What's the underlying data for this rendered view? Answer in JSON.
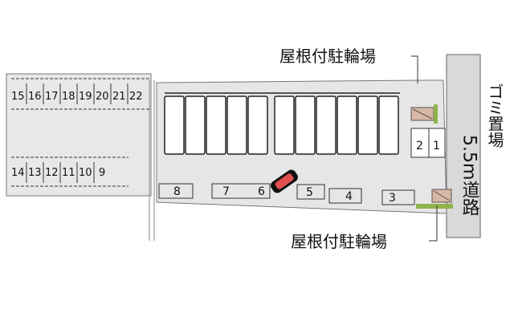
{
  "map": {
    "left_lot_top_numbers": [
      "15",
      "16",
      "17",
      "18",
      "19",
      "20",
      "21",
      "22"
    ],
    "left_lot_bottom_numbers": [
      "14",
      "13",
      "12",
      "11",
      "10",
      "9"
    ],
    "main_lot_spaces": {
      "s8": "8",
      "s7": "7",
      "s6": "6",
      "s5": "5",
      "s4": "4",
      "s3": "3",
      "s2": "2",
      "s1": "1"
    },
    "labels": {
      "bike_shelter_top": "屋根付駐輪場",
      "bike_shelter_bottom": "屋根付駐輪場",
      "garbage_area": "ゴミ置場",
      "road_width": "5.5m",
      "road_name": "道路"
    },
    "colors": {
      "road": "#d9d9d9",
      "lot": "#e6e6e6",
      "building_outline": "#222222",
      "bike_shelter": "#d8b7a6",
      "hedge": "#8fb44a",
      "car": "#e05050"
    }
  }
}
